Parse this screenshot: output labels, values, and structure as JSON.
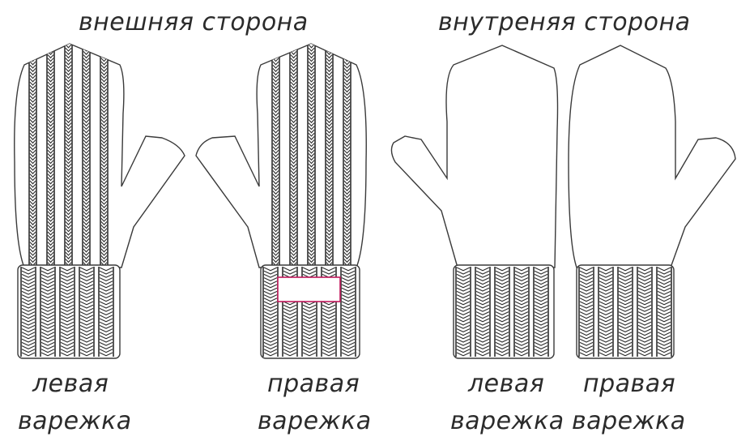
{
  "headings": {
    "outer": "внешняя сторона",
    "inner": "внутреняя сторона"
  },
  "captions": {
    "outer_left": [
      "левая",
      "варежка"
    ],
    "outer_right": [
      "правая",
      "варежка"
    ],
    "inner_left": [
      "левая",
      "варежка"
    ],
    "inner_right": [
      "правая",
      "варежка"
    ]
  },
  "colors": {
    "outline": "#3a3a3a",
    "knit": "#2d2d2d",
    "label_frame": "#c2185b"
  }
}
